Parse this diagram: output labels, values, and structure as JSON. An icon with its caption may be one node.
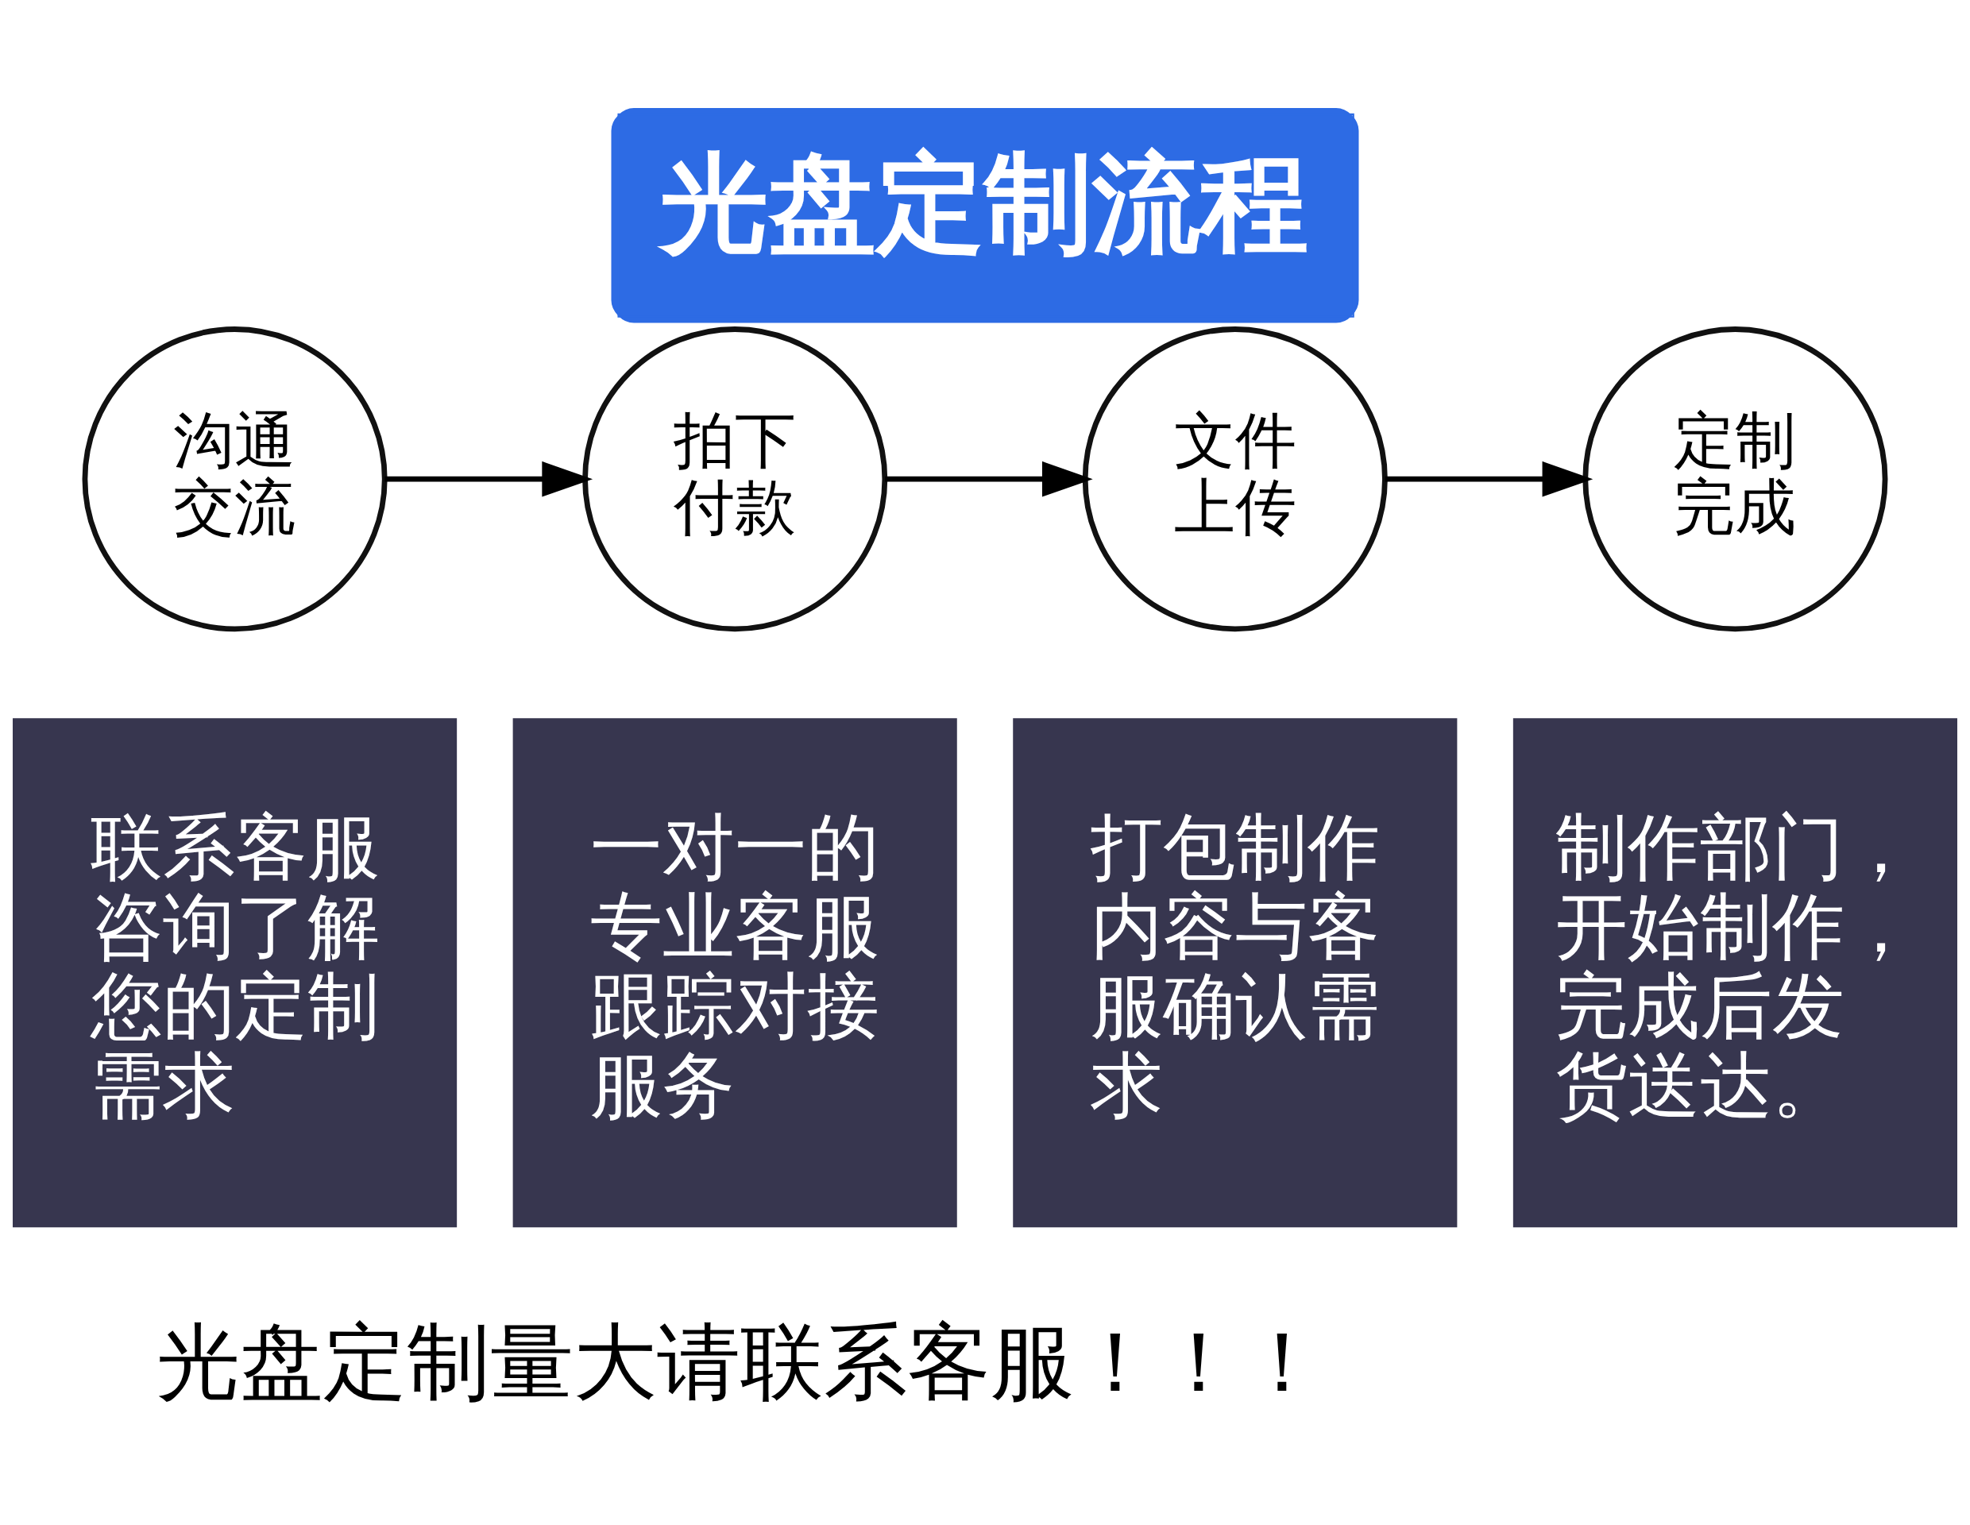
{
  "diagram": {
    "title": "光盘定制流程",
    "nodes": [
      {
        "text": [
          "沟通交流"
        ]
      },
      {
        "text": [
          "拍下付款"
        ]
      },
      {
        "text": [
          "文件上传"
        ]
      },
      {
        "text": [
          "定制完成"
        ]
      },
      {
        "text": [
          "联系客服咨询了解您的定制需求"
        ]
      },
      {
        "text": [
          "一对一的专业客服跟踪对接服务"
        ]
      },
      {
        "text": [
          "打包制作内容与客服确认需求"
        ]
      },
      {
        "text": [
          "制作部门，开始制作，完成后发货送达。"
        ]
      }
    ],
    "edges": [
      {
        "from": 0,
        "to": 1,
        "arrow": "to"
      },
      {
        "from": 1,
        "to": 2,
        "arrow": "to"
      },
      {
        "from": 2,
        "to": 3,
        "arrow": "to"
      }
    ],
    "labels": [
      "光盘定制量大请联系客服！！！"
    ]
  }
}
